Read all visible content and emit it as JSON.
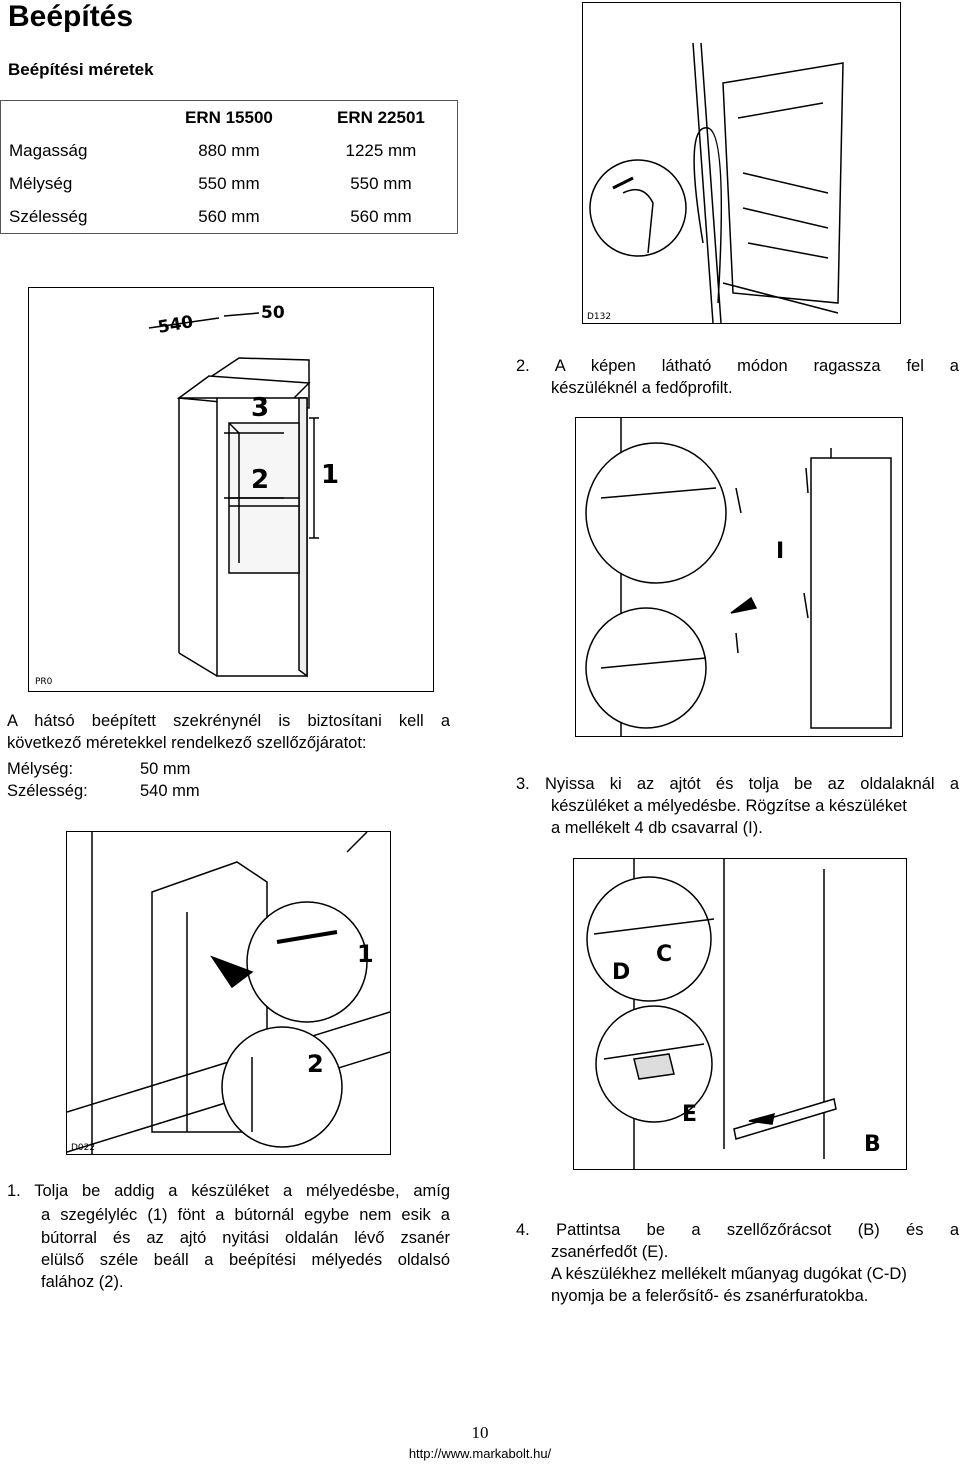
{
  "page": {
    "title": "Beépítés",
    "subtitle": "Beépítési méretek"
  },
  "table": {
    "headers": [
      "",
      "ERN 15500",
      "ERN 22501"
    ],
    "rows": [
      {
        "label": "Magasság",
        "a": "880 mm",
        "b": "1225 mm"
      },
      {
        "label": "Mélység",
        "a": "550 mm",
        "b": "550 mm"
      },
      {
        "label": "Szélesség",
        "a": "560 mm",
        "b": "560 mm"
      }
    ]
  },
  "fig1": {
    "code": "PR0",
    "labels": {
      "dim540": "540",
      "dim50": "50",
      "n1": "1",
      "n2": "2",
      "n3": "3"
    }
  },
  "fig2": {
    "code": "D132"
  },
  "fig4": {
    "code": "D022",
    "labels": {
      "n1": "1",
      "n2": "2"
    }
  },
  "fig5": {
    "labels": {
      "c": "C",
      "d": "D",
      "e": "E",
      "b": "B"
    }
  },
  "fig3": {
    "labels": {
      "i": "I"
    }
  },
  "text": {
    "vent_intro_l1": "A hátsó beépített szekrénynél is biztosítani kell a",
    "vent_intro_l2": "következő méretekkel rendelkező szellőzőjáratot:",
    "depth_label": "Mélység:",
    "depth_value": "50 mm",
    "width_label": "Szélesség:",
    "width_value": "540 mm",
    "step2_l1": "2.  A  képen  látható  módon  ragassza  fel  a",
    "step2_l2": "készüléknél a fedőprofilt.",
    "step3_l1": "3.  Nyissa  ki  az  ajtót  és  tolja  be  az  oldalaknál  a",
    "step3_l2": "készüléket a mélyedésbe. Rögzítse a készüléket",
    "step3_l3": "a mellékelt 4 db csavarral (I).",
    "step1_l1": "1.  Tolja be addig a készüléket a mélyedésbe, amíg",
    "step1_l2": "a szegélyléc (1) fönt a bútornál egybe nem esik a",
    "step1_l3": "bútorral és az ajtó nyitási oldalán lévő zsanér",
    "step1_l4": "elülső széle beáll a beépítési mélyedés oldalsó",
    "step1_l5": "falához (2).",
    "step4_l1": "4.  Pattintsa  be  a  szellőzőrácsot  (B)  és  a",
    "step4_l2": "zsanérfedőt (E).",
    "step4_l3": "A készülékhez mellékelt műanyag dugókat (C-D)",
    "step4_l4": "nyomja be a felerősítő- és zsanérfuratokba."
  },
  "footer": {
    "page_number": "10",
    "url": "http://www.markabolt.hu/"
  }
}
